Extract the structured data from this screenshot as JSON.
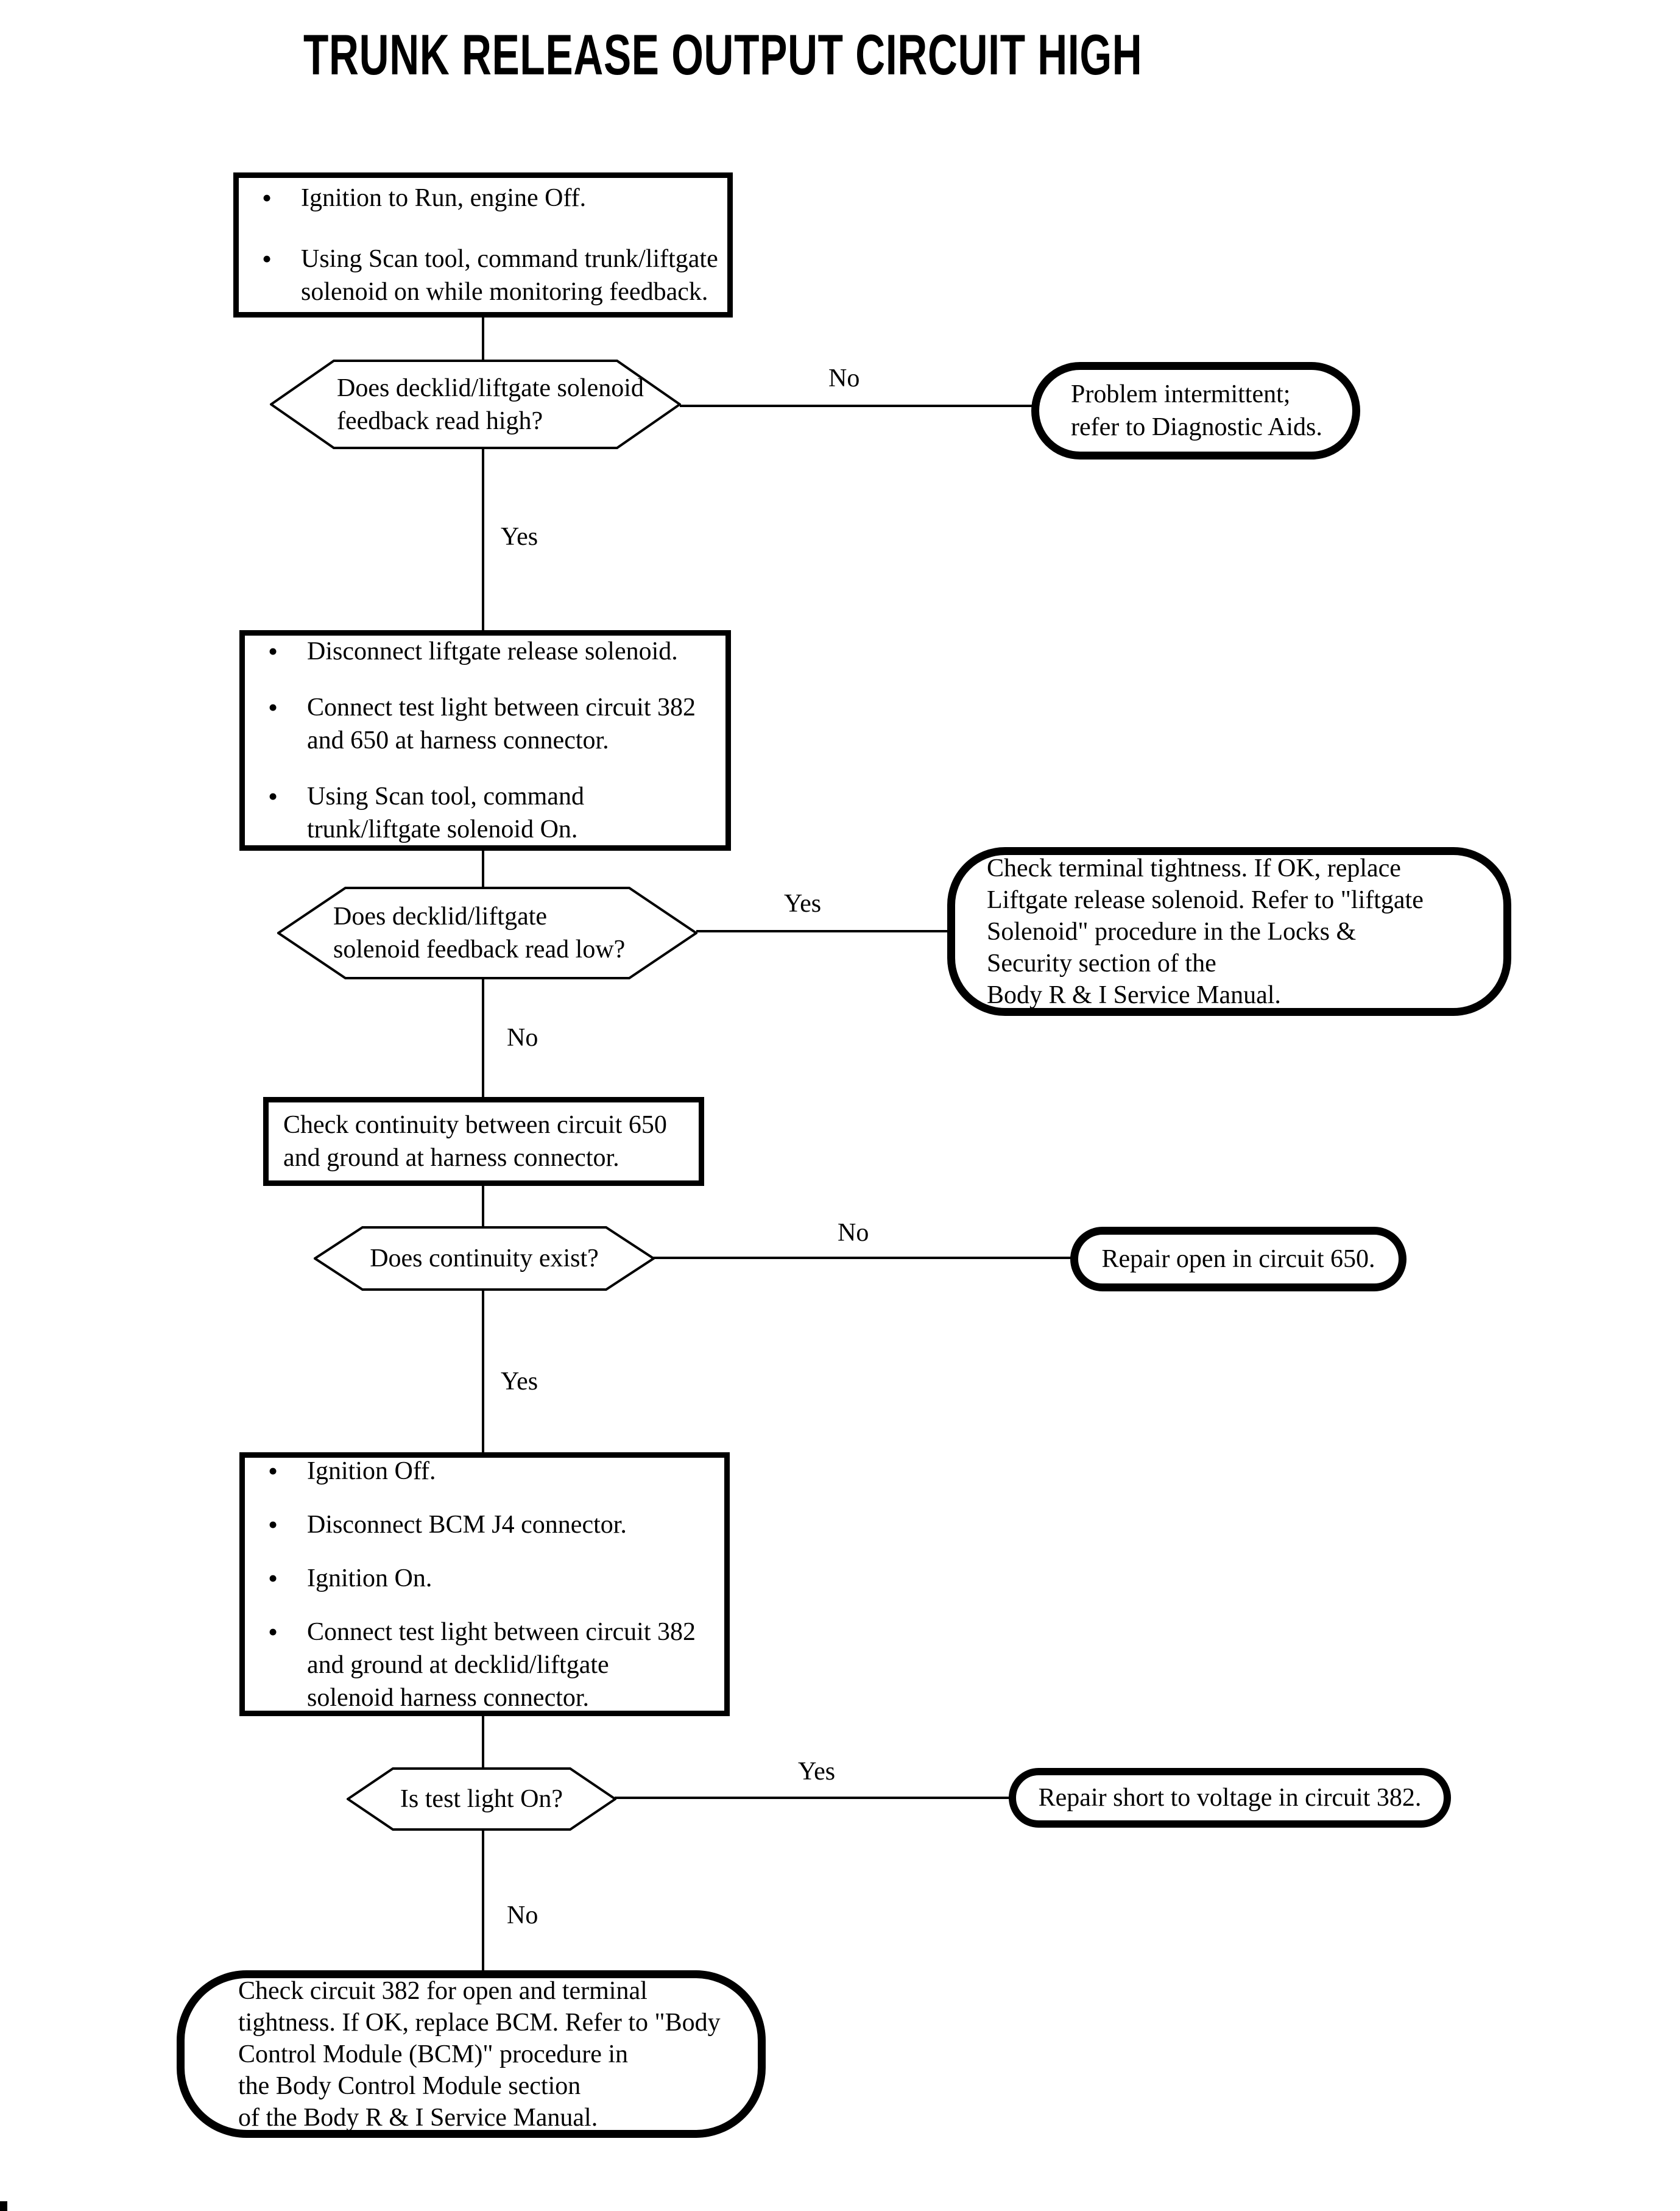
{
  "title": "TRUNK RELEASE OUTPUT CIRCUIT HIGH",
  "bullet_char": "•",
  "labels": {
    "yes": "Yes",
    "no": "No"
  },
  "nodes": {
    "step1": {
      "bullets": [
        [
          "Ignition to Run, engine Off."
        ],
        [
          "Using Scan tool, command trunk/liftgate",
          "solenoid on while monitoring feedback."
        ]
      ]
    },
    "decision1": {
      "lines": [
        "Does decklid/liftgate solenoid",
        "feedback read high?"
      ]
    },
    "result_intermittent": {
      "lines": [
        "Problem intermittent;",
        "refer to Diagnostic Aids."
      ]
    },
    "step2": {
      "bullets": [
        [
          "Disconnect liftgate release solenoid."
        ],
        [
          "Connect test light between circuit 382",
          "and 650 at harness connector."
        ],
        [
          "Using Scan tool, command",
          "trunk/liftgate solenoid On."
        ]
      ]
    },
    "decision2": {
      "lines": [
        "Does decklid/liftgate",
        "solenoid feedback read low?"
      ]
    },
    "result_replace_solenoid": {
      "lines": [
        "Check terminal tightness. If OK, replace",
        "Liftgate release solenoid. Refer to \"liftgate",
        "Solenoid\" procedure in the Locks &",
        "Security section of the",
        "Body R & I Service Manual."
      ]
    },
    "step3": {
      "lines": [
        "Check continuity between circuit 650",
        "and ground at harness connector."
      ]
    },
    "decision3": {
      "lines": [
        "Does continuity exist?"
      ]
    },
    "result_repair_650": {
      "lines": [
        "Repair open in circuit 650."
      ]
    },
    "step4": {
      "bullets": [
        [
          "Ignition Off."
        ],
        [
          "Disconnect BCM J4 connector."
        ],
        [
          "Ignition On."
        ],
        [
          "Connect test light between circuit 382",
          "and ground at decklid/liftgate",
          "solenoid harness connector."
        ]
      ]
    },
    "decision4": {
      "lines": [
        "Is test light On?"
      ]
    },
    "result_repair_382": {
      "lines": [
        "Repair short to voltage in circuit 382."
      ]
    },
    "result_replace_bcm": {
      "lines": [
        "Check circuit 382 for open and terminal",
        "tightness. If OK, replace BCM. Refer to \"Body",
        "Control Module (BCM)\" procedure in",
        "the Body Control Module section",
        "of the Body R & I Service Manual."
      ]
    }
  }
}
